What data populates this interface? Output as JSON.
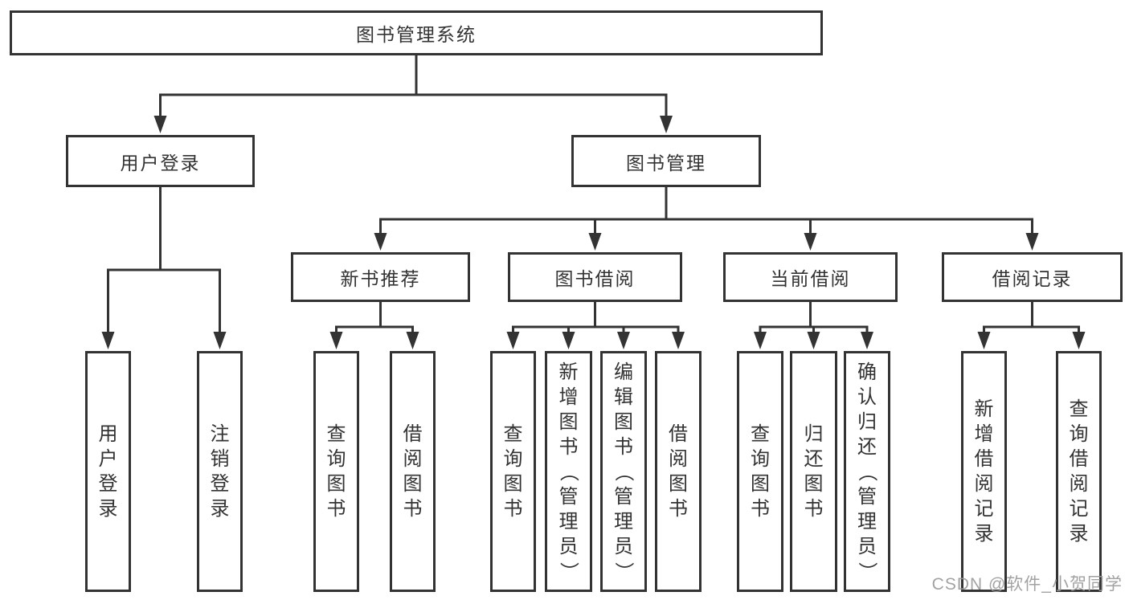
{
  "diagram": {
    "title": "图书管理系统",
    "type": "hierarchy-tree",
    "nodes": [
      {
        "id": "root",
        "label": "图书管理系统",
        "level": 1,
        "orient": "horizontal"
      },
      {
        "id": "user_login",
        "label": "用户登录",
        "level": 2,
        "orient": "horizontal"
      },
      {
        "id": "book_mgmt",
        "label": "图书管理",
        "level": 2,
        "orient": "horizontal"
      },
      {
        "id": "new_book_rec",
        "label": "新书推荐",
        "level": 3,
        "orient": "horizontal"
      },
      {
        "id": "book_borrow",
        "label": "图书借阅",
        "level": 3,
        "orient": "horizontal"
      },
      {
        "id": "current_borrow",
        "label": "当前借阅",
        "level": 3,
        "orient": "horizontal"
      },
      {
        "id": "borrow_records",
        "label": "借阅记录",
        "level": 3,
        "orient": "horizontal"
      },
      {
        "id": "ul1",
        "label": "用户登录",
        "level": 4,
        "orient": "vertical"
      },
      {
        "id": "ul2",
        "label": "注销登录",
        "level": 4,
        "orient": "vertical"
      },
      {
        "id": "nb1",
        "label": "查询图书",
        "level": 4,
        "orient": "vertical"
      },
      {
        "id": "nb2",
        "label": "借阅图书",
        "level": 4,
        "orient": "vertical"
      },
      {
        "id": "bb1",
        "label": "查询图书",
        "level": 4,
        "orient": "vertical"
      },
      {
        "id": "bb2",
        "label": "新增图书（管理员）",
        "level": 4,
        "orient": "vertical"
      },
      {
        "id": "bb3",
        "label": "编辑图书（管理员）",
        "level": 4,
        "orient": "vertical"
      },
      {
        "id": "bb4",
        "label": "借阅图书",
        "level": 4,
        "orient": "vertical"
      },
      {
        "id": "cb1",
        "label": "查询图书",
        "level": 4,
        "orient": "vertical"
      },
      {
        "id": "cb2",
        "label": "归还图书",
        "level": 4,
        "orient": "vertical"
      },
      {
        "id": "cb3",
        "label": "确认归还（管理员）",
        "level": 4,
        "orient": "vertical"
      },
      {
        "id": "br1",
        "label": "新增借阅记录",
        "level": 4,
        "orient": "vertical"
      },
      {
        "id": "br2",
        "label": "查询借阅记录",
        "level": 4,
        "orient": "vertical"
      }
    ],
    "edges": [
      [
        "root",
        "user_login"
      ],
      [
        "root",
        "book_mgmt"
      ],
      [
        "user_login",
        "ul1"
      ],
      [
        "user_login",
        "ul2"
      ],
      [
        "book_mgmt",
        "new_book_rec"
      ],
      [
        "book_mgmt",
        "book_borrow"
      ],
      [
        "book_mgmt",
        "current_borrow"
      ],
      [
        "book_mgmt",
        "borrow_records"
      ],
      [
        "new_book_rec",
        "nb1"
      ],
      [
        "new_book_rec",
        "nb2"
      ],
      [
        "book_borrow",
        "bb1"
      ],
      [
        "book_borrow",
        "bb2"
      ],
      [
        "book_borrow",
        "bb3"
      ],
      [
        "book_borrow",
        "bb4"
      ],
      [
        "current_borrow",
        "cb1"
      ],
      [
        "current_borrow",
        "cb2"
      ],
      [
        "current_borrow",
        "cb3"
      ],
      [
        "borrow_records",
        "br1"
      ],
      [
        "borrow_records",
        "br2"
      ]
    ]
  },
  "colors": {
    "line": "#333333",
    "text": "#333333",
    "watermark": "#999999",
    "background": "#ffffff"
  },
  "watermark": {
    "text": "CSDN @软件_小贺同学"
  }
}
